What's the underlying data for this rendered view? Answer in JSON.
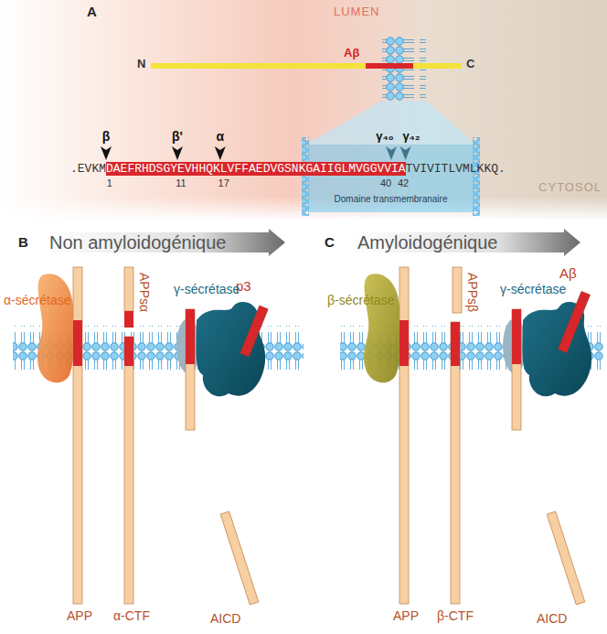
{
  "diagram": {
    "nodes": [
      {
        "text": [
          "Domaine transmembranaire"
        ]
      },
      {
        "text": [
          "Non amyloidogénique"
        ]
      },
      {
        "text": [
          "Amyloidogénique"
        ]
      }
    ],
    "labels": [
      "A",
      "LUMEN",
      "N",
      "Aβ",
      "C",
      "β",
      "β'",
      "α",
      "γ₄₀",
      "γ₄₂",
      ".EVKM",
      "DAEFRHDSGYEVHHQKLVFFAEDVGSNKGAIIGLMVGGVVIA",
      "TVIVITLVMLKKQ.",
      "1",
      "11",
      "17",
      "40",
      "42",
      "CYTOSOL",
      "B",
      "C",
      "α-sécrétase",
      "APP",
      "APPsα",
      "α-CTF",
      "p3",
      "γ-sécrétase",
      "AICD",
      "β-sécrétase",
      "APP",
      "APPsβ",
      "β-CTF",
      "Aβ",
      "γ-sécrétase",
      "AICD"
    ]
  }
}
